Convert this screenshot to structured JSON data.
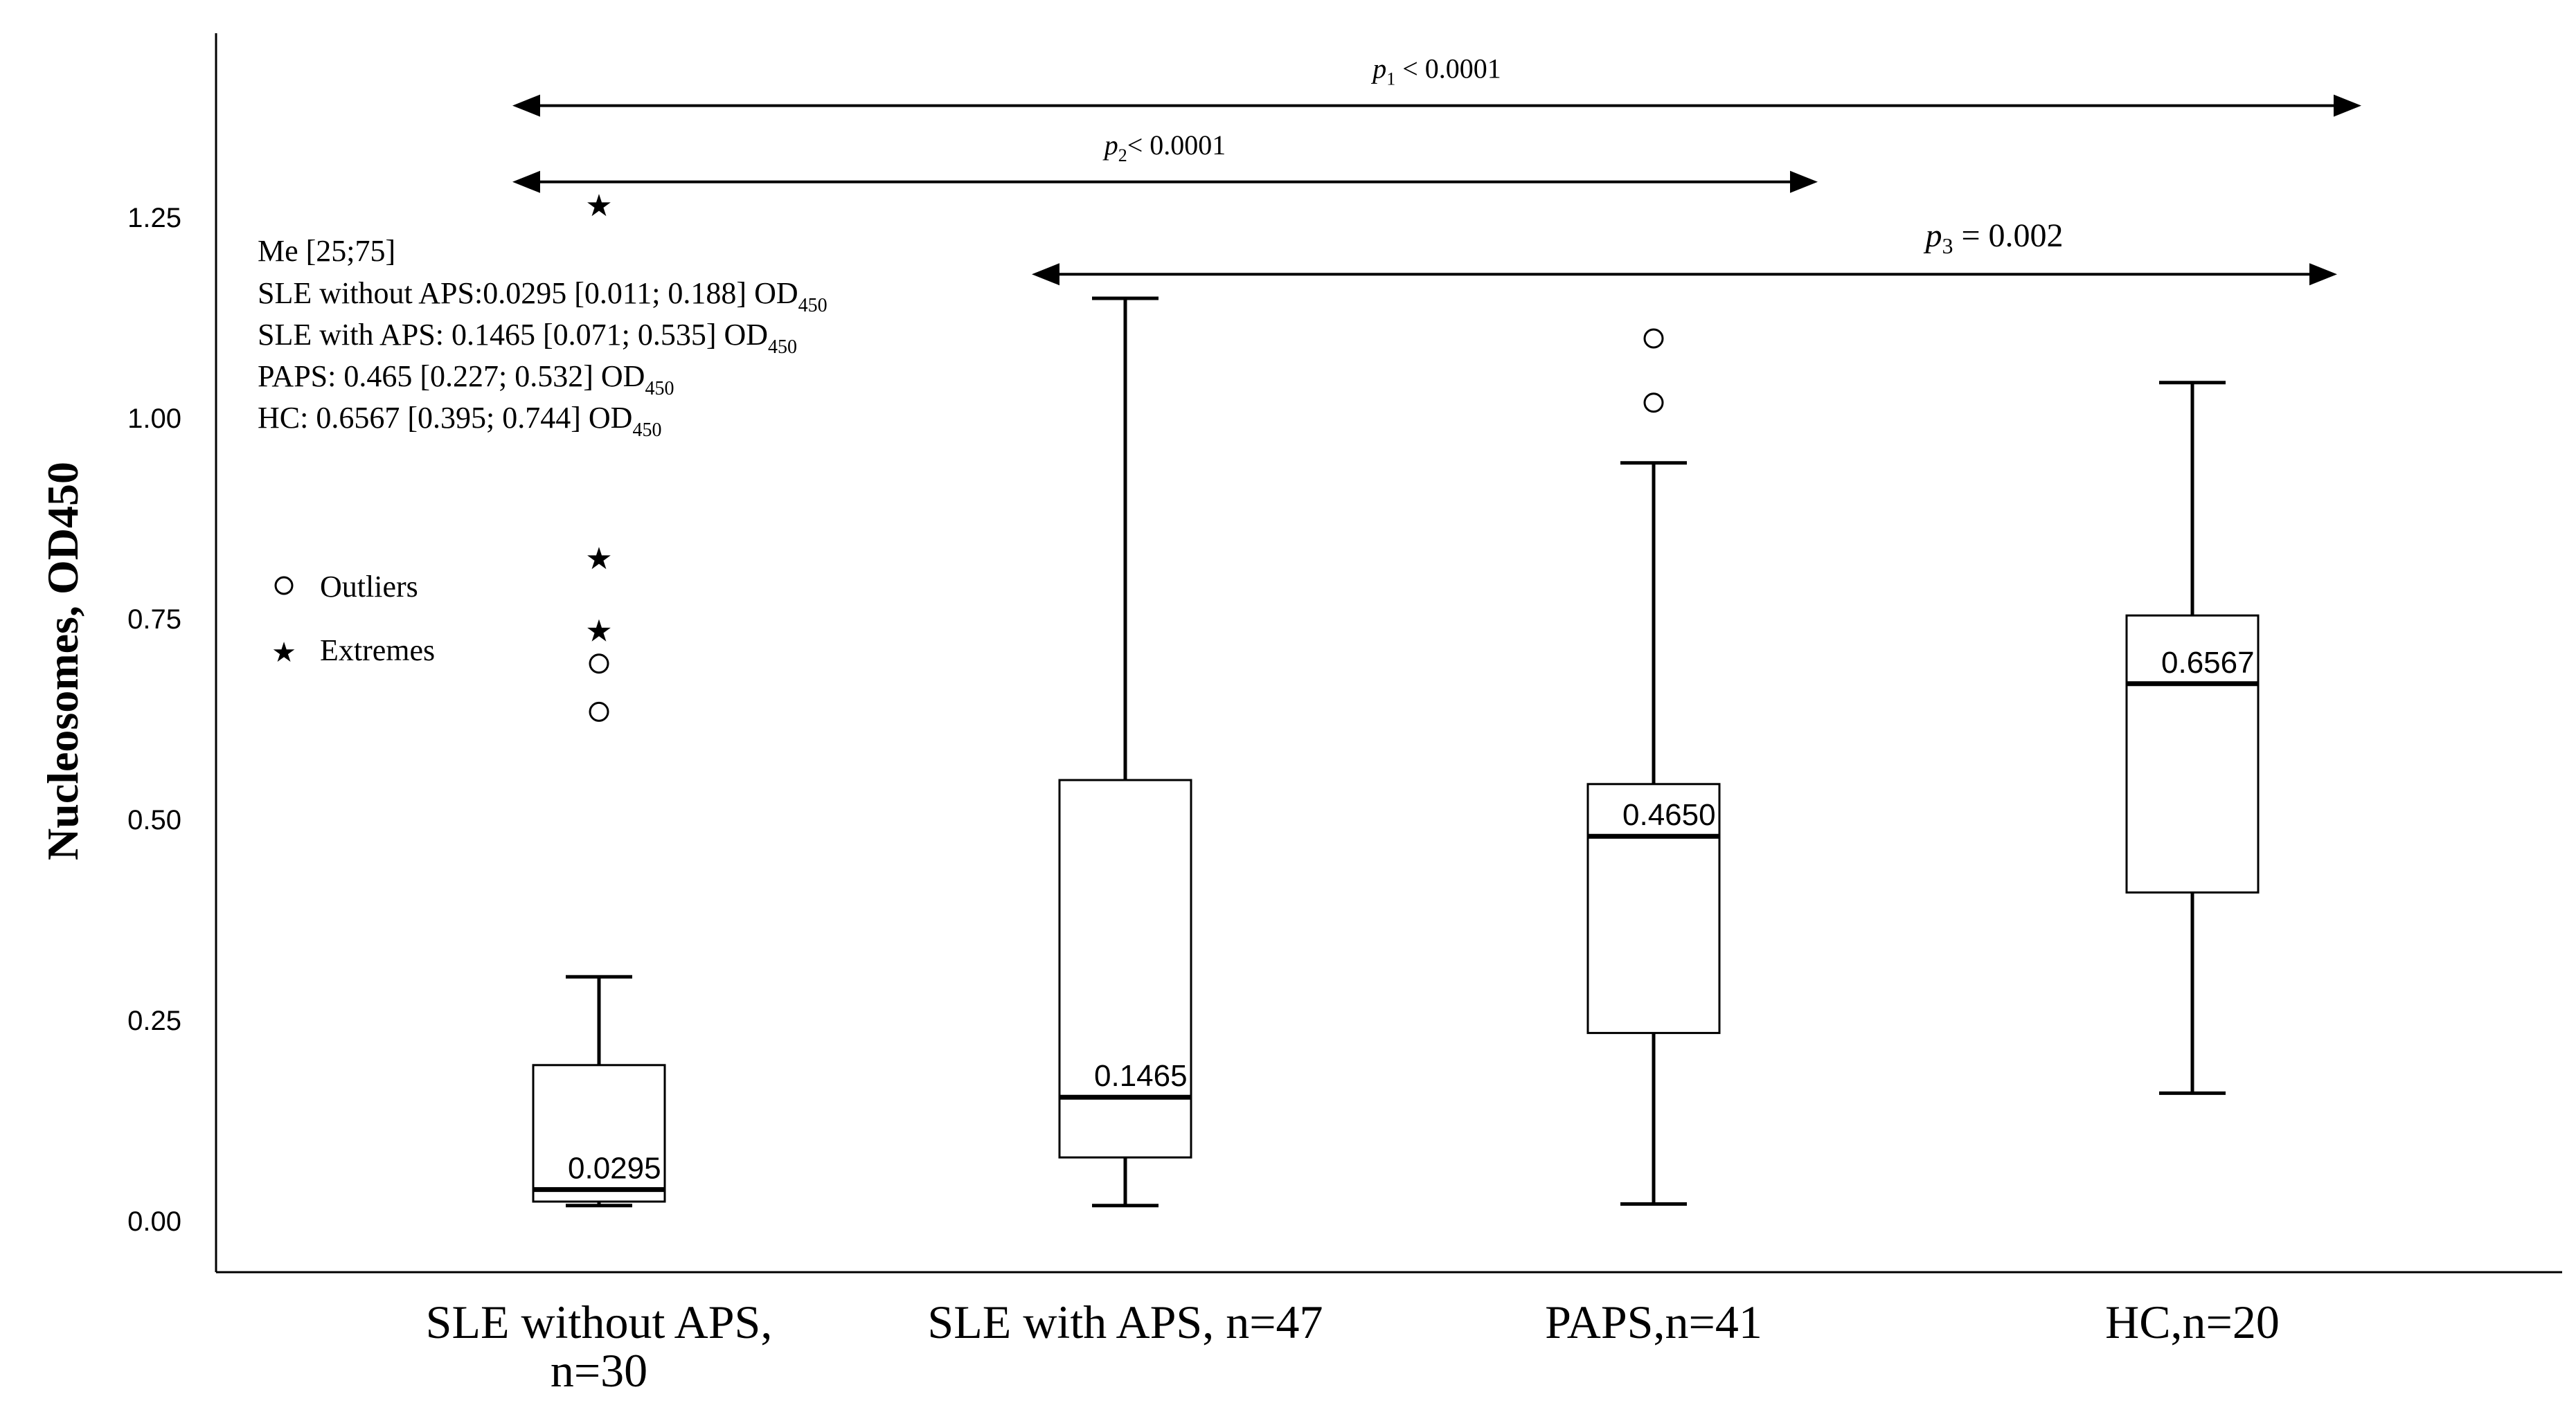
{
  "chart_data": {
    "type": "box",
    "ylabel": "Nucleosomes, OD450",
    "ylim": [
      -0.07,
      1.5
    ],
    "yticks": [
      "0.00",
      "0.25",
      "0.50",
      "0.75",
      "1.00",
      "1.25"
    ],
    "groups": [
      {
        "label_lines": [
          "SLE without APS,",
          "n=30"
        ],
        "whisker_low": 0.02,
        "q1": 0.025,
        "median": 0.0295,
        "q3": 0.195,
        "whisker_high": 0.305,
        "median_label": "0.0295",
        "median_line": 0.04,
        "outliers": [
          0.635,
          0.695
        ],
        "extremes": [
          0.74,
          0.83,
          1.27
        ]
      },
      {
        "label_lines": [
          "SLE with APS, n=47"
        ],
        "whisker_low": 0.02,
        "q1": 0.08,
        "median": 0.1465,
        "q3": 0.55,
        "whisker_high": 1.15,
        "median_label": "0.1465",
        "median_line": 0.155,
        "outliers": [],
        "extremes": []
      },
      {
        "label_lines": [
          "PAPS,n=41"
        ],
        "whisker_low": 0.022,
        "q1": 0.235,
        "median": 0.465,
        "q3": 0.545,
        "whisker_high": 0.945,
        "median_label": "0.4650",
        "median_line": 0.48,
        "outliers": [
          1.02,
          1.1
        ],
        "extremes": []
      },
      {
        "label_lines": [
          "HC,n=20"
        ],
        "whisker_low": 0.16,
        "q1": 0.41,
        "median": 0.6567,
        "q3": 0.755,
        "whisker_high": 1.045,
        "median_label": "0.6567",
        "median_line": 0.67,
        "outliers": [],
        "extremes": []
      }
    ],
    "comparisons": [
      {
        "p": "p",
        "sub": "1",
        "text": " < 0.0001",
        "from_group": 0,
        "to_group": 3,
        "level": 1.39
      },
      {
        "p": "p",
        "sub": "2",
        "text": "< 0.0001",
        "from_group": 0,
        "to_group": 2,
        "level": 1.295
      },
      {
        "p": "p",
        "sub": "3",
        "text": " = 0.002",
        "from_group": 1,
        "to_group": 3,
        "level": 1.18
      }
    ],
    "stats_box": {
      "header": "Me [25;75]",
      "lines": [
        {
          "text": "SLE without APS:0.0295 [0.011; 0.188] OD",
          "sub": "450"
        },
        {
          "text": "SLE with APS: 0.1465 [0.071; 0.535] OD",
          "sub": "450"
        },
        {
          "text": "PAPS: 0.465 [0.227; 0.532] OD",
          "sub": "450"
        },
        {
          "text": "HC: 0.6567 [0.395; 0.744] OD",
          "sub": "450"
        }
      ]
    },
    "legend": {
      "position": "left",
      "items": [
        {
          "symbol": "circle",
          "label": "Outliers"
        },
        {
          "symbol": "star",
          "label": "Extremes"
        }
      ]
    },
    "grid": false
  }
}
